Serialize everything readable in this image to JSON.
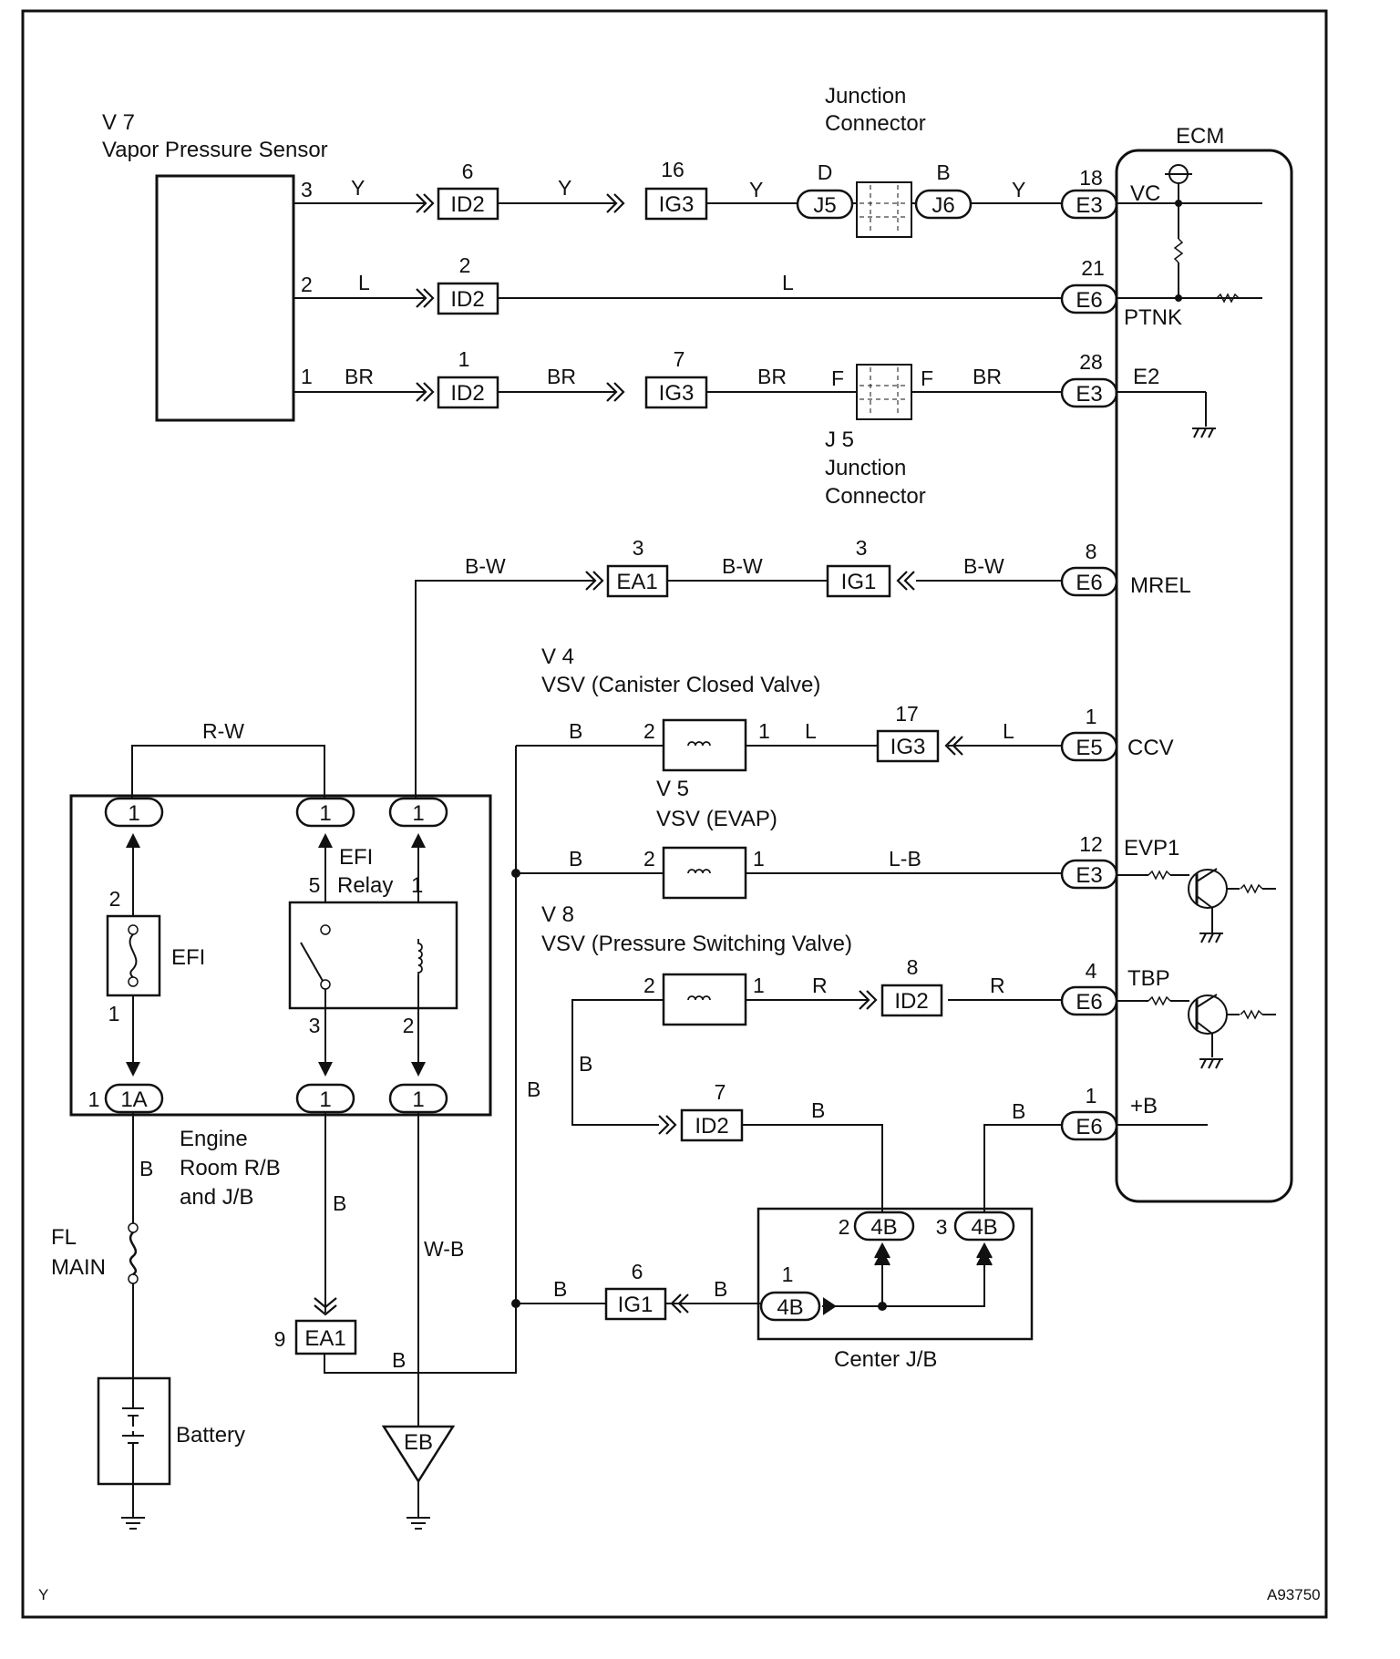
{
  "components": {
    "v7_id": "V 7",
    "v7_name": "Vapor Pressure Sensor",
    "jc_top": [
      "Junction",
      "Connector"
    ],
    "jc_bottom_id": "J 5",
    "jc_bottom": [
      "Junction",
      "Connector"
    ],
    "ecm": "ECM",
    "v4_id": "V 4",
    "v4_name": "VSV (Canister Closed Valve)",
    "v5_id": "V 5",
    "v5_name": "VSV (EVAP)",
    "v8_id": "V 8",
    "v8_name": "VSV (Pressure Switching Valve)",
    "efi_fuse": "EFI",
    "efi_relay": [
      "EFI",
      "Relay"
    ],
    "engine_room": [
      "Engine",
      "Room R/B",
      "and J/B"
    ],
    "fl_main": [
      "FL",
      "MAIN"
    ],
    "battery": "Battery",
    "center_jb": "Center J/B",
    "eb": "EB"
  },
  "ecm_terminals": {
    "vc": "VC",
    "ptnk": "PTNK",
    "e2": "E2",
    "mrel": "MREL",
    "ccv": "CCV",
    "evp1": "EVP1",
    "tbp": "TBP",
    "plus_b": "+B"
  },
  "connectors": {
    "id2": "ID2",
    "ig3": "IG3",
    "ig1": "IG1",
    "ea1": "EA1",
    "e3": "E3",
    "e5": "E5",
    "e6": "E6",
    "j5": "J5",
    "j6": "J6",
    "c4b": "4B",
    "c1a": "1A"
  },
  "wire_colors": {
    "y": "Y",
    "l": "L",
    "br": "BR",
    "bw": "B-W",
    "rw": "R-W",
    "b": "B",
    "lb": "L-B",
    "r": "R",
    "wb": "W-B"
  },
  "pins": {
    "p1": "1",
    "p2": "2",
    "p3": "3",
    "p4": "4",
    "p5": "5",
    "p6": "6",
    "p7": "7",
    "p8": "8",
    "p9": "9",
    "p12": "12",
    "p16": "16",
    "p17": "17",
    "p18": "18",
    "p21": "21",
    "p28": "28",
    "d": "D",
    "b": "B",
    "f": "F"
  },
  "footer": {
    "left": "Y",
    "right": "A93750"
  }
}
